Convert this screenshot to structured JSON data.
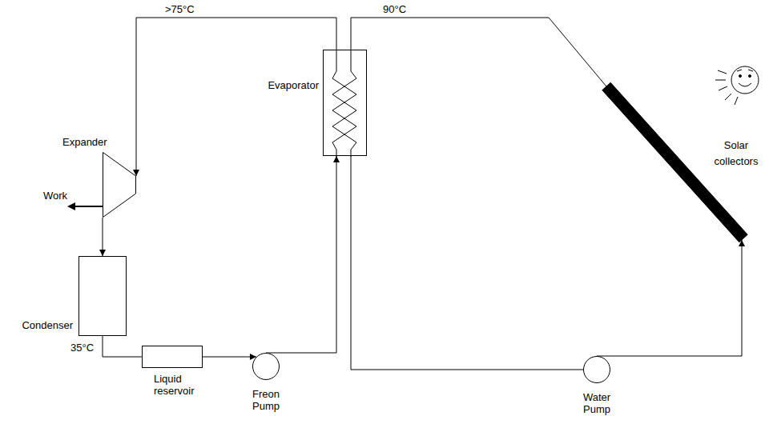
{
  "diagram": {
    "nodes": [
      {
        "text": [
          "Evaporator"
        ]
      },
      {
        "text": [
          "Expander"
        ]
      },
      {
        "text": [
          "Solar collectors"
        ]
      },
      {
        "text": [
          "Condenser"
        ]
      },
      {
        "text": [
          "Liquid reservoir"
        ]
      },
      {
        "text": [
          "Freon Pump"
        ]
      },
      {
        "text": [
          "Water Pump"
        ]
      }
    ],
    "edges": [
      {
        "from": 0,
        "to": 1,
        "arrow": "to"
      },
      {
        "from": 1,
        "to": 3,
        "arrow": "to"
      },
      {
        "from": 3,
        "to": 4,
        "arrow": "none"
      },
      {
        "from": 4,
        "to": 5,
        "arrow": "to"
      },
      {
        "from": 5,
        "to": 0,
        "arrow": "to"
      },
      {
        "from": 2,
        "to": 0,
        "arrow": "none"
      },
      {
        "from": 0,
        "to": 6,
        "arrow": "none"
      },
      {
        "from": 6,
        "to": 2,
        "arrow": "to"
      }
    ],
    "labels": [
      ">75°C",
      "90°C",
      "Work",
      "35°C"
    ]
  }
}
